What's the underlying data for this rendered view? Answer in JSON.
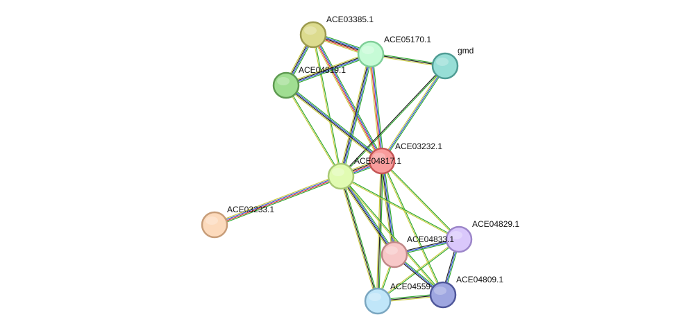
{
  "network": {
    "nodes": [
      {
        "id": "ACE03385.1",
        "label": "ACE03385.1",
        "color": "#dcdb8e",
        "stroke": "#9c9a4e"
      },
      {
        "id": "ACE05170.1",
        "label": "ACE05170.1",
        "color": "#c6fbd6",
        "stroke": "#7fcf98"
      },
      {
        "id": "gmd",
        "label": "gmd",
        "color": "#97ded6",
        "stroke": "#4f9c94"
      },
      {
        "id": "ACE04819.1",
        "label": "ACE04819.1",
        "color": "#a0de92",
        "stroke": "#5e9a51"
      },
      {
        "id": "ACE03232.1",
        "label": "ACE03232.1",
        "color": "#f99c9c",
        "stroke": "#c45555"
      },
      {
        "id": "ACE04817.1",
        "label": "ACE04817.1",
        "color": "#e1fbb2",
        "stroke": "#a9c975"
      },
      {
        "id": "ACE03233.1",
        "label": "ACE03233.1",
        "color": "#fcdabc",
        "stroke": "#c79d79"
      },
      {
        "id": "ACE04829.1",
        "label": "ACE04829.1",
        "color": "#dac8fb",
        "stroke": "#9c86c9"
      },
      {
        "id": "ACE04833.1",
        "label": "ACE04833.1",
        "color": "#f7c8c8",
        "stroke": "#c08888"
      },
      {
        "id": "ACE04559",
        "label": "ACE04559",
        "color": "#c0e6f9",
        "stroke": "#7aa6c0"
      },
      {
        "id": "ACE04809.1",
        "label": "ACE04809.1",
        "color": "#9ea6e0",
        "stroke": "#4f579a"
      }
    ],
    "edges": [
      {
        "source": "ACE03385.1",
        "target": "ACE05170.1",
        "colors": [
          "#33aa33",
          "#3355dd",
          "#222222",
          "#dd3333",
          "#cccc44"
        ]
      },
      {
        "source": "ACE03385.1",
        "target": "ACE04819.1",
        "colors": [
          "#33aa33",
          "#3355dd",
          "#222222",
          "#cccc44"
        ]
      },
      {
        "source": "ACE03385.1",
        "target": "ACE03232.1",
        "colors": [
          "#33aa33",
          "#3355dd",
          "#dd3333",
          "#cccc44"
        ]
      },
      {
        "source": "ACE03385.1",
        "target": "ACE04817.1",
        "colors": [
          "#33aa33",
          "#cccc44"
        ]
      },
      {
        "source": "ACE05170.1",
        "target": "gmd",
        "colors": [
          "#33aa33",
          "#222222",
          "#cccc44"
        ]
      },
      {
        "source": "ACE05170.1",
        "target": "ACE04819.1",
        "colors": [
          "#33aa33",
          "#3355dd",
          "#222222",
          "#cccc44"
        ]
      },
      {
        "source": "ACE05170.1",
        "target": "ACE03232.1",
        "colors": [
          "#33aa33",
          "#3355dd",
          "#dd3333",
          "#cccc44"
        ]
      },
      {
        "source": "ACE05170.1",
        "target": "ACE04817.1",
        "colors": [
          "#33aa33",
          "#3355dd",
          "#222222",
          "#cccc44"
        ]
      },
      {
        "source": "gmd",
        "target": "ACE03232.1",
        "colors": [
          "#33aa33",
          "#3355dd",
          "#cccc44"
        ]
      },
      {
        "source": "gmd",
        "target": "ACE04817.1",
        "colors": [
          "#33aa33",
          "#222222"
        ]
      },
      {
        "source": "ACE04819.1",
        "target": "ACE03232.1",
        "colors": [
          "#33aa33",
          "#3355dd",
          "#222222",
          "#cccc44"
        ]
      },
      {
        "source": "ACE04819.1",
        "target": "ACE04817.1",
        "colors": [
          "#33aa33",
          "#cccc44"
        ]
      },
      {
        "source": "ACE03232.1",
        "target": "ACE04817.1",
        "colors": [
          "#33aa33",
          "#3355dd",
          "#dd3333",
          "#222222",
          "#cccc44"
        ]
      },
      {
        "source": "ACE03232.1",
        "target": "ACE04829.1",
        "colors": [
          "#33aa33",
          "#cccc44"
        ]
      },
      {
        "source": "ACE03232.1",
        "target": "ACE04833.1",
        "colors": [
          "#33aa33",
          "#3355dd",
          "#222222",
          "#cccc44"
        ]
      },
      {
        "source": "ACE03232.1",
        "target": "ACE04559",
        "colors": [
          "#33aa33",
          "#222222",
          "#cccc44"
        ]
      },
      {
        "source": "ACE03232.1",
        "target": "ACE04809.1",
        "colors": [
          "#33aa33",
          "#cccc44"
        ]
      },
      {
        "source": "ACE04817.1",
        "target": "ACE03233.1",
        "colors": [
          "#33aa33",
          "#dd3333",
          "#3355dd",
          "#cccc44"
        ]
      },
      {
        "source": "ACE04817.1",
        "target": "ACE04829.1",
        "colors": [
          "#33aa33",
          "#cccc44"
        ]
      },
      {
        "source": "ACE04817.1",
        "target": "ACE04833.1",
        "colors": [
          "#33aa33",
          "#3355dd",
          "#222222",
          "#cccc44"
        ]
      },
      {
        "source": "ACE04817.1",
        "target": "ACE04559",
        "colors": [
          "#33aa33",
          "#222222",
          "#cccc44"
        ]
      },
      {
        "source": "ACE04817.1",
        "target": "ACE04809.1",
        "colors": [
          "#33aa33",
          "#cccc44"
        ]
      },
      {
        "source": "ACE04829.1",
        "target": "ACE04833.1",
        "colors": [
          "#33aa33",
          "#3355dd",
          "#222222"
        ]
      },
      {
        "source": "ACE04829.1",
        "target": "ACE04809.1",
        "colors": [
          "#33aa33",
          "#3355dd",
          "#222222"
        ]
      },
      {
        "source": "ACE04829.1",
        "target": "ACE04559",
        "colors": [
          "#33aa33",
          "#cccc44"
        ]
      },
      {
        "source": "ACE04833.1",
        "target": "ACE04809.1",
        "colors": [
          "#33aa33",
          "#3355dd",
          "#222222"
        ]
      },
      {
        "source": "ACE04833.1",
        "target": "ACE04559",
        "colors": [
          "#33aa33",
          "#cccc44"
        ]
      },
      {
        "source": "ACE04559",
        "target": "ACE04809.1",
        "colors": [
          "#33aa33",
          "#222222",
          "#cccc44"
        ]
      }
    ]
  }
}
